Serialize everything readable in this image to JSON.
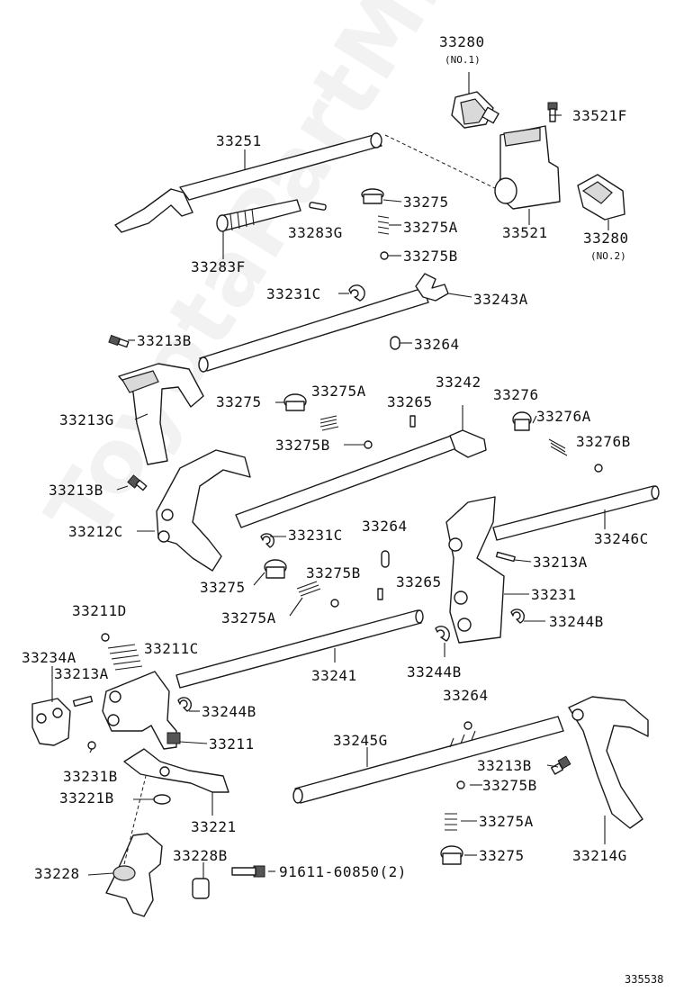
{
  "watermark": "ToyotaPartMiner.ru",
  "diagram_code": "335538",
  "labels": {
    "p33280_1": "33280",
    "p33280_1_sub": "(NO.1)",
    "p33521F": "33521F",
    "p33251": "33251",
    "p33275_top": "33275",
    "p33275A_top": "33275A",
    "p33283G": "33283G",
    "p33283F": "33283F",
    "p33275B_top": "33275B",
    "p33521": "33521",
    "p33280_2": "33280",
    "p33280_2_sub": "(NO.2)",
    "p33231C_top": "33231C",
    "p33243A": "33243A",
    "p33213B_top": "33213B",
    "p33264_top": "33264",
    "p33242": "33242",
    "p33276": "33276",
    "p33275_mid": "33275",
    "p33275A_mid": "33275A",
    "p33265_mid": "33265",
    "p33276A": "33276A",
    "p33213G": "33213G",
    "p33275B_mid": "33275B",
    "p33276B": "33276B",
    "p33213B_mid": "33213B",
    "p33264_mid": "33264",
    "p33212C": "33212C",
    "p33231C_mid": "33231C",
    "p33246C": "33246C",
    "p33213A_right": "33213A",
    "p33275_low": "33275",
    "p33275B_low": "33275B",
    "p33265_low": "33265",
    "p33231": "33231",
    "p33275A_low": "33275A",
    "p33211D": "33211D",
    "p33244B_right": "33244B",
    "p33211C": "33211C",
    "p33234A": "33234A",
    "p33213A_left": "33213A",
    "p33241": "33241",
    "p33244B_mid": "33244B",
    "p33264_bot": "33264",
    "p33244B_left": "33244B",
    "p33211": "33211",
    "p33245G": "33245G",
    "p33213B_bot": "33213B",
    "p33231B": "33231B",
    "p33275B_bot": "33275B",
    "p33221B": "33221B",
    "p33275A_bot": "33275A",
    "p33221": "33221",
    "p33228B": "33228B",
    "p33275_bot": "33275",
    "p33214G": "33214G",
    "p33228": "33228",
    "p91611": "91611-60850(2)"
  }
}
